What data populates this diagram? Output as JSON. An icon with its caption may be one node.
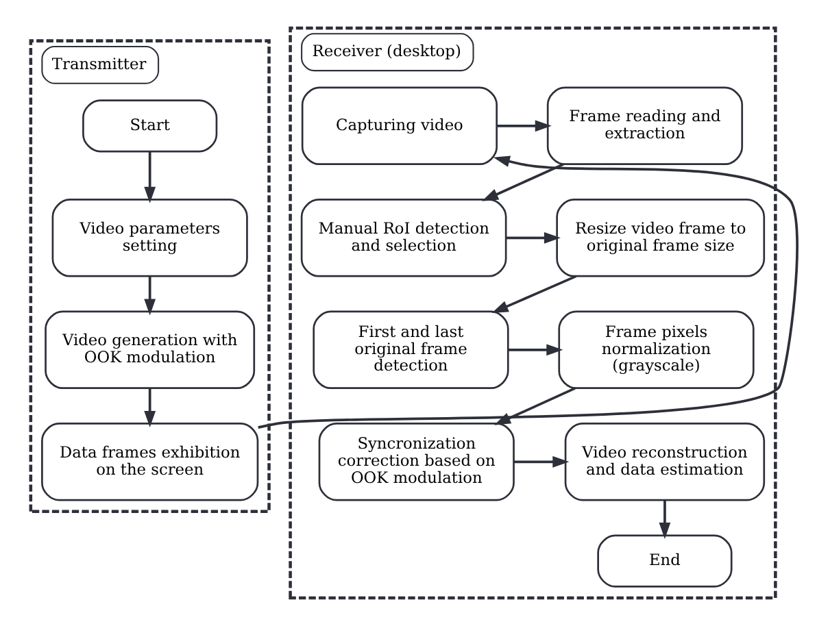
{
  "diagram": {
    "nodes": [
      {
        "text": [
          "Transmitter"
        ]
      },
      {
        "text": [
          "Start"
        ],
        "in": 0
      },
      {
        "text": [
          "Video parameters setting"
        ],
        "in": 0
      },
      {
        "text": [
          "Video generation with OOK modulation"
        ],
        "in": 0
      },
      {
        "text": [
          "Data frames exhibition on the screen"
        ],
        "in": 0
      },
      {
        "text": [
          "Receiver (desktop)"
        ]
      },
      {
        "text": [
          "Capturing video"
        ],
        "in": 5
      },
      {
        "text": [
          "Frame reading and extraction"
        ],
        "in": 5
      },
      {
        "text": [
          "Manual RoI detection and selection"
        ],
        "in": 5
      },
      {
        "text": [
          "Resize video frame to original frame size"
        ],
        "in": 5
      },
      {
        "text": [
          "First and last original frame detection"
        ],
        "in": 5
      },
      {
        "text": [
          "Frame pixels normalization (grayscale)"
        ],
        "in": 5
      },
      {
        "text": [
          "Syncronization correction based on OOK modulation"
        ],
        "in": 5
      },
      {
        "text": [
          "Video reconstruction and data estimation"
        ],
        "in": 5
      },
      {
        "text": [
          "End"
        ],
        "in": 5
      }
    ],
    "edges": [
      {
        "from": 1,
        "to": 2,
        "arrow": "to"
      },
      {
        "from": 2,
        "to": 3,
        "arrow": "to"
      },
      {
        "from": 3,
        "to": 4,
        "arrow": "to"
      },
      {
        "from": 4,
        "to": 6,
        "arrow": "to"
      },
      {
        "from": 6,
        "to": 7,
        "arrow": "to"
      },
      {
        "from": 7,
        "to": 8,
        "arrow": "to"
      },
      {
        "from": 8,
        "to": 9,
        "arrow": "to"
      },
      {
        "from": 9,
        "to": 10,
        "arrow": "to"
      },
      {
        "from": 10,
        "to": 11,
        "arrow": "to"
      },
      {
        "from": 11,
        "to": 12,
        "arrow": "to"
      },
      {
        "from": 12,
        "to": 13,
        "arrow": "to"
      },
      {
        "from": 13,
        "to": 14,
        "arrow": "to"
      }
    ]
  }
}
